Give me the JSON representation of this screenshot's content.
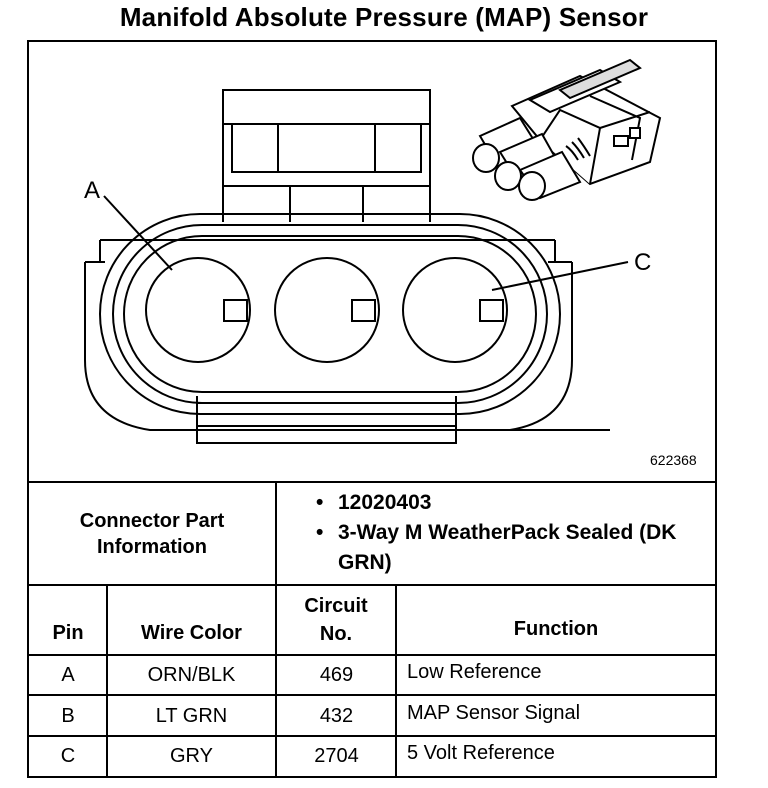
{
  "title": "Manifold Absolute Pressure (MAP) Sensor",
  "figure": {
    "label_a": "A",
    "label_c": "C",
    "part_number": "622368"
  },
  "connector_info": {
    "label": "Connector Part Information",
    "items": [
      "12020403",
      "3-Way M WeatherPack Sealed (DK GRN)"
    ]
  },
  "table": {
    "headers": {
      "pin": "Pin",
      "wire_color": "Wire Color",
      "circuit_no": "Circuit No.",
      "function": "Function"
    },
    "rows": [
      {
        "pin": "A",
        "wire_color": "ORN/BLK",
        "circuit": "469",
        "function": "Low Reference"
      },
      {
        "pin": "B",
        "wire_color": "LT GRN",
        "circuit": "432",
        "function": "MAP Sensor Signal"
      },
      {
        "pin": "C",
        "wire_color": "GRY",
        "circuit": "2704",
        "function": "5 Volt Reference"
      }
    ]
  }
}
